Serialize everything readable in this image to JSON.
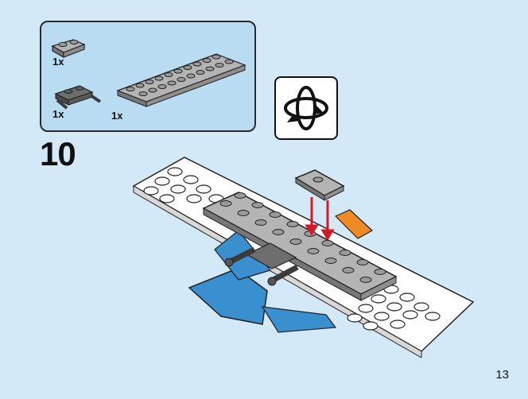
{
  "step": {
    "number": "10"
  },
  "page": {
    "number": "13"
  },
  "parts": [
    {
      "name": "plate-1x2",
      "quantity": "1x"
    },
    {
      "name": "plate-1x2-with-handles",
      "quantity": "1x"
    },
    {
      "name": "plate-2x10",
      "quantity": "1x"
    }
  ],
  "colors": {
    "background": "#d4e9f7",
    "parts_box": "#b9dcf3",
    "grey": "#9a9a9a",
    "dark_grey": "#555555",
    "white_brick": "#ffffff",
    "blue_brick": "#3a8fcf",
    "orange_brick": "#f08a24",
    "arrow": "#d21a2a"
  },
  "icons": {
    "rotate": "rotate-model-icon"
  }
}
